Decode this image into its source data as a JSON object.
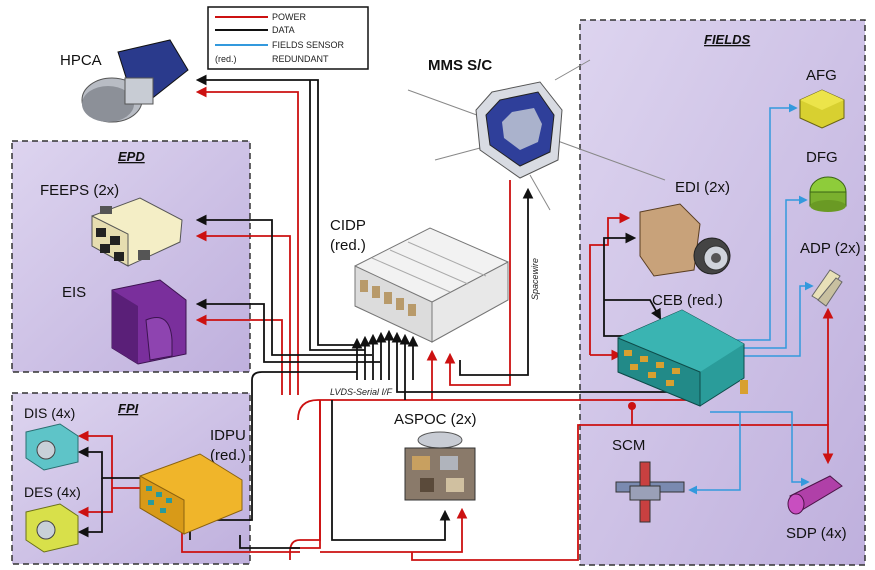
{
  "legend": {
    "items": [
      {
        "label": "POWER",
        "color": "#cc1111"
      },
      {
        "label": "DATA",
        "color": "#111111"
      },
      {
        "label": "FIELDS SENSOR",
        "color": "#3399dd"
      },
      {
        "label": "REDUNDANT",
        "prefix": "(red.)"
      }
    ]
  },
  "labels": {
    "mms": "MMS S/C",
    "hpca": "HPCA",
    "epd_title": "EPD",
    "feeps": "FEEPS (2x)",
    "eis": "EIS",
    "cidp_line1": "CIDP",
    "cidp_line2": "(red.)",
    "fpi_title": "FPI",
    "dis": "DIS (4x)",
    "des": "DES (4x)",
    "idpu_line1": "IDPU",
    "idpu_line2": "(red.)",
    "aspoc": "ASPOC (2x)",
    "lvds": "LVDS-Serial I/F",
    "spacewire": "Spacewire",
    "fields_title": "FIELDS",
    "afg": "AFG",
    "dfg": "DFG",
    "edi": "EDI (2x)",
    "adp": "ADP (2x)",
    "ceb": "CEB (red.)",
    "scm": "SCM",
    "sdp": "SDP (4x)"
  },
  "colors": {
    "power": "#cc1111",
    "data": "#111111",
    "fields_sensor": "#3399dd",
    "panel_bg": "#cfc3e6",
    "panel_border": "#333333"
  },
  "icons": [
    "hpca-instrument-icon",
    "spacecraft-icon",
    "feeps-instrument-icon",
    "eis-instrument-icon",
    "cidp-box-icon",
    "dis-instrument-icon",
    "des-instrument-icon",
    "idpu-box-icon",
    "aspoc-instrument-icon",
    "afg-sensor-icon",
    "dfg-sensor-icon",
    "edi-instrument-icon",
    "adp-antenna-icon",
    "ceb-box-icon",
    "scm-sensor-icon",
    "sdp-probe-icon"
  ]
}
